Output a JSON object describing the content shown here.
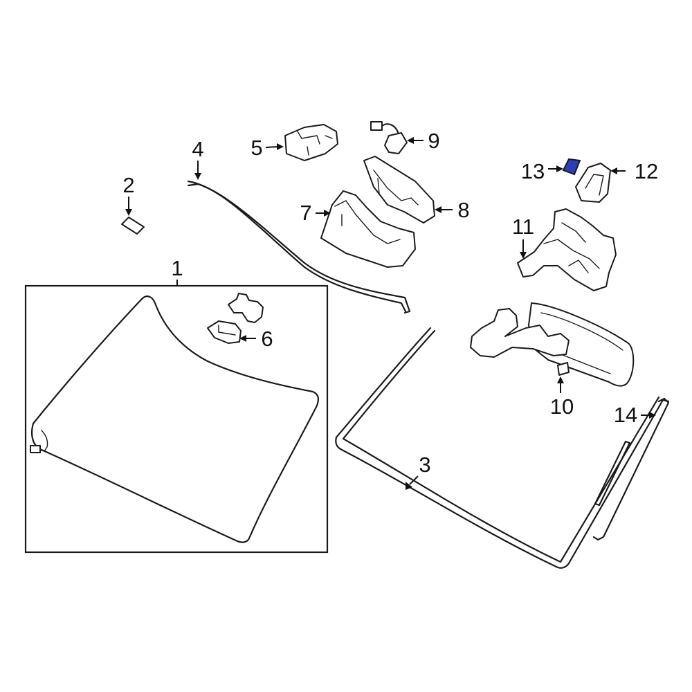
{
  "diagram": {
    "callouts": [
      {
        "number": "1"
      },
      {
        "number": "2"
      },
      {
        "number": "3"
      },
      {
        "number": "4"
      },
      {
        "number": "5"
      },
      {
        "number": "6"
      },
      {
        "number": "7"
      },
      {
        "number": "8"
      },
      {
        "number": "9"
      },
      {
        "number": "10"
      },
      {
        "number": "11"
      },
      {
        "number": "12"
      },
      {
        "number": "13"
      },
      {
        "number": "14"
      }
    ],
    "highlight_color": "#2b3fb8"
  }
}
